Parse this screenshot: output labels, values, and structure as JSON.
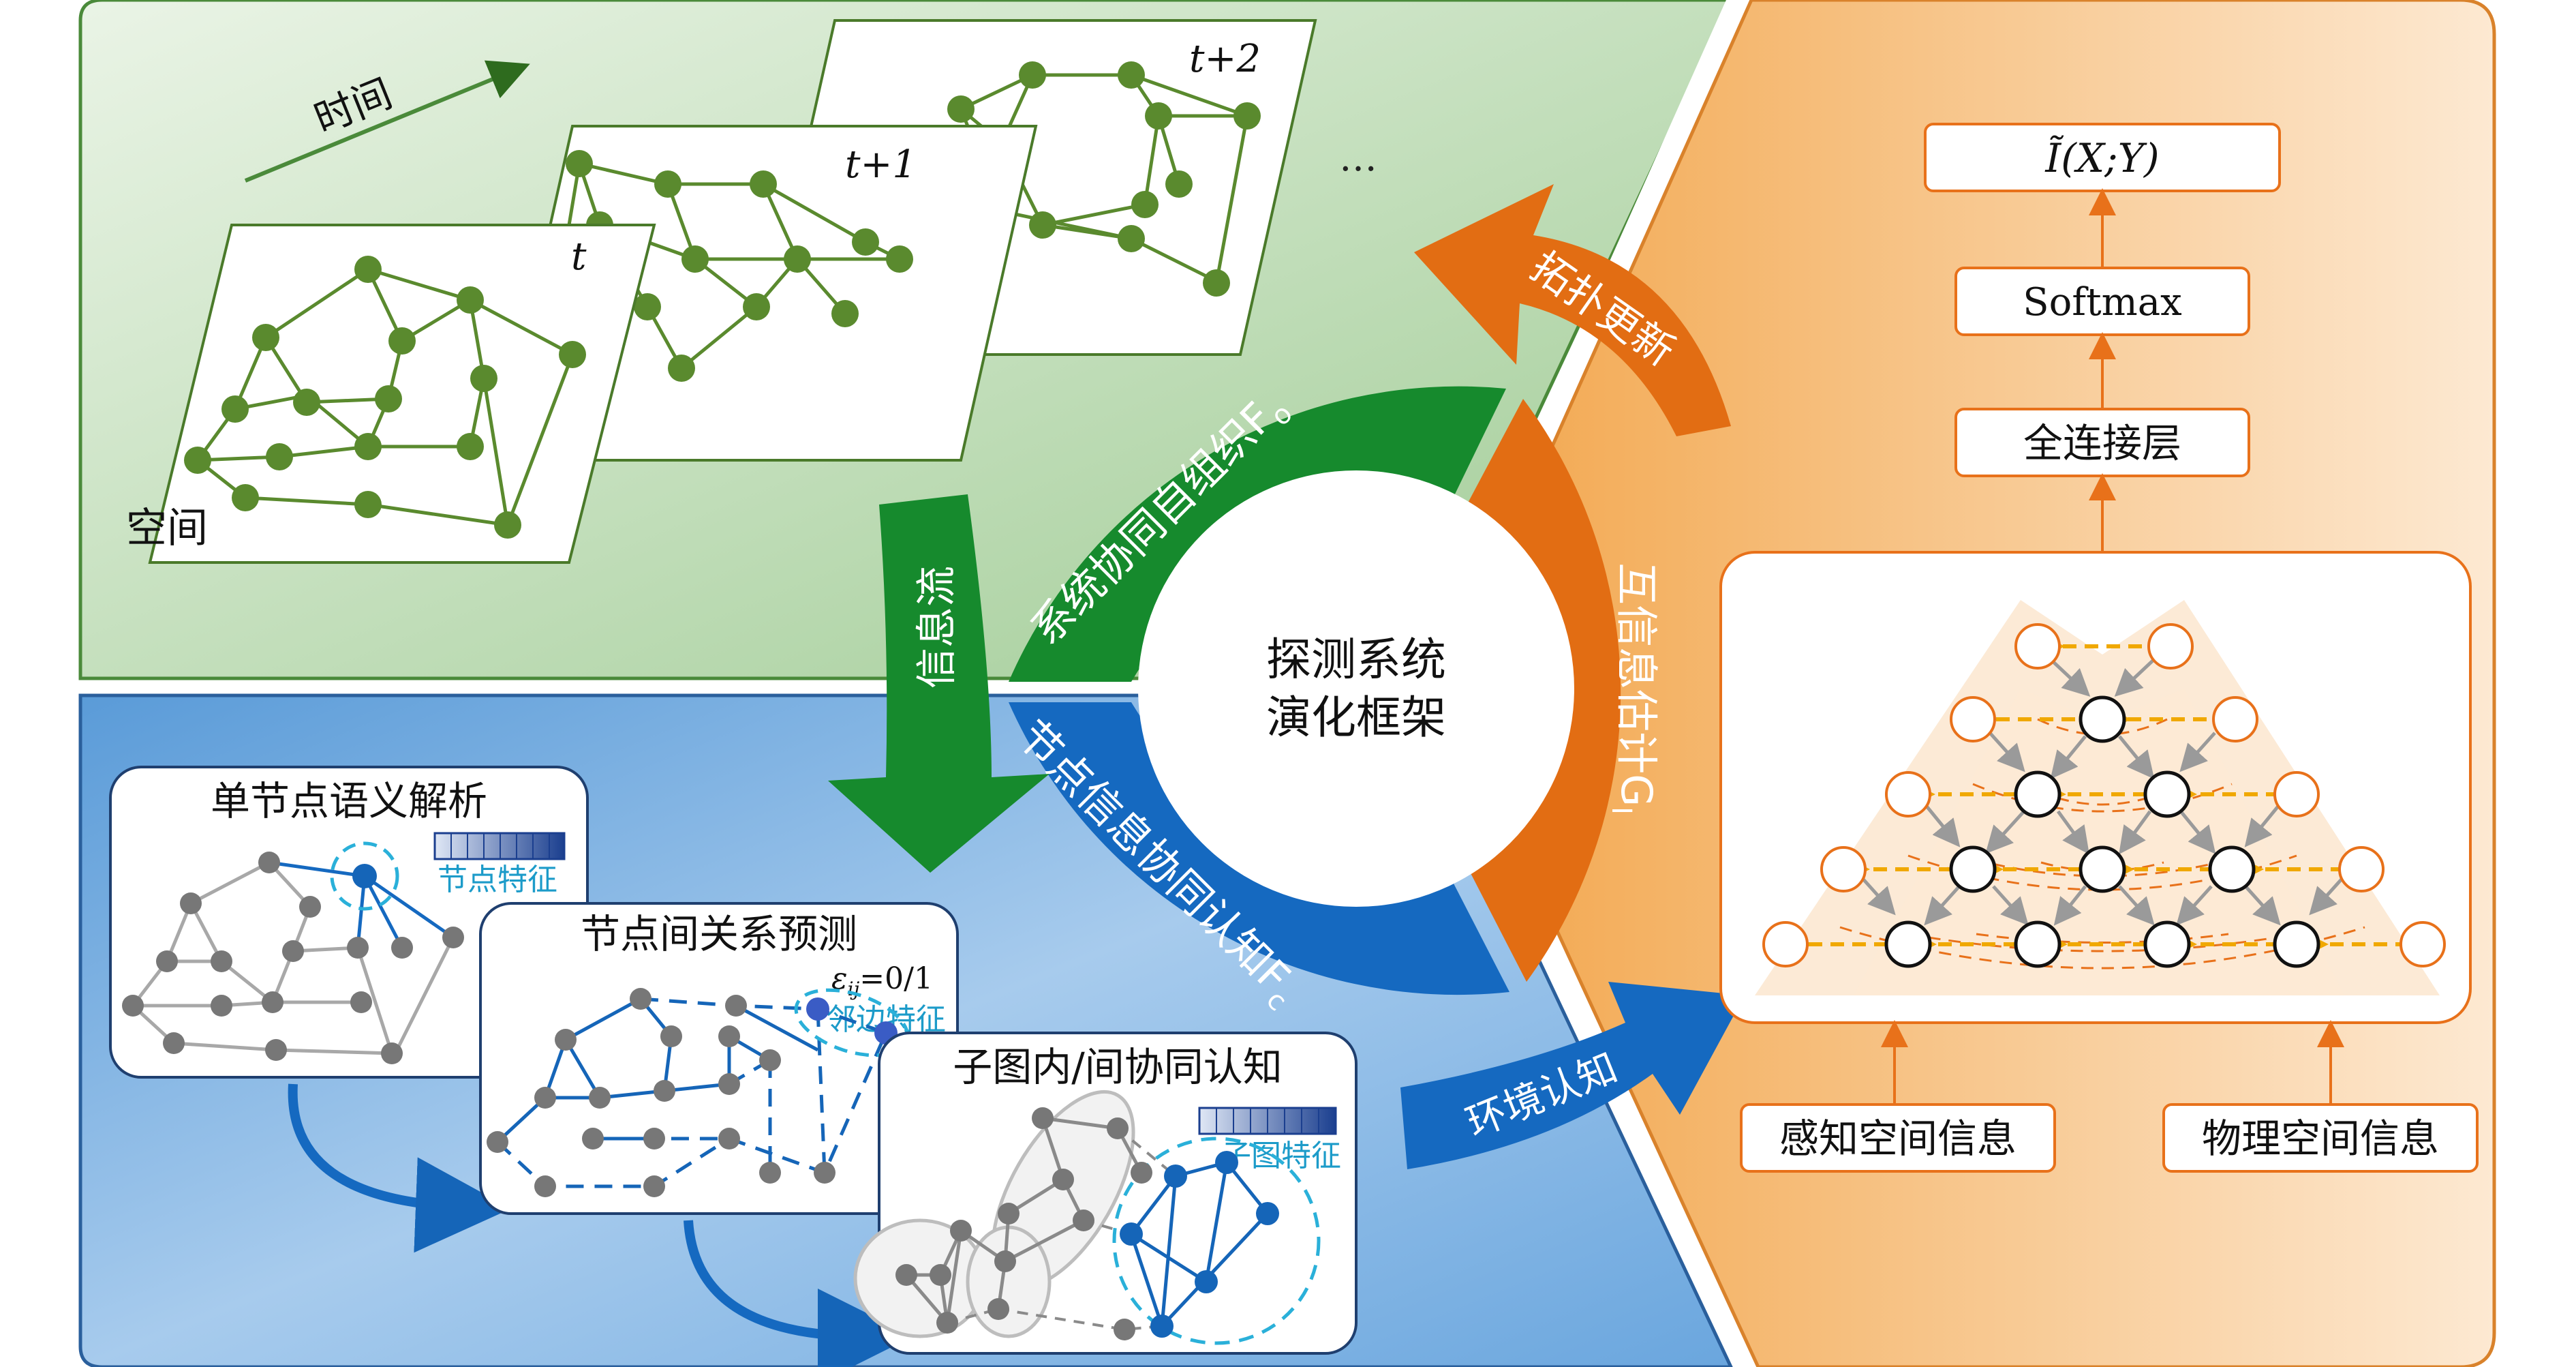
{
  "time_panel": {
    "time_label": "时间",
    "space_label": "空间",
    "frame_t": "t",
    "frame_t1": "t+1",
    "frame_t2": "t+2",
    "ellipsis": "…"
  },
  "ring": {
    "center_line1": "探测系统",
    "center_line2": "演化框架",
    "green_label": "系统协同自组织F",
    "green_sub": "o",
    "blue_label": "节点信息协同认知F",
    "blue_sub": "c",
    "orange_label": "互信息估计G",
    "orange_sub": "I"
  },
  "arrows": {
    "info_flow": "信息流",
    "topology_update": "拓扑更新",
    "env_cognition": "环境认知"
  },
  "cognition_panel": {
    "card1_title": "单节点语义解析",
    "card1_feature": "节点特征",
    "card2_title": "节点间关系预测",
    "card2_eps": "ε",
    "card2_eps_sub": "ij",
    "card2_eps_val": "=0/1",
    "card2_feature": "邻边特征",
    "card3_title": "子图内/间协同认知",
    "card3_feature": "子图特征"
  },
  "mi_panel": {
    "output": "Ĩ(X;Y)",
    "softmax": "Softmax",
    "fc": "全连接层",
    "input_left": "感知空间信息",
    "input_right": "物理空间信息"
  },
  "colors": {
    "green_dark": "#1f7a1f",
    "green_node": "#5a8a2e",
    "blue_dark": "#1565b8",
    "orange": "#e8711a",
    "gray_node": "#7a7a7a"
  }
}
